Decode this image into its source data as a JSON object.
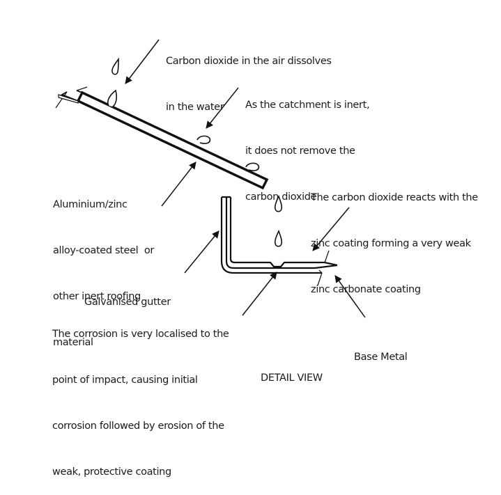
{
  "diagram": {
    "title": "DETAIL VIEW",
    "labels": {
      "co2_dissolves": [
        "Carbon dioxide in the air dissolves",
        "in the water"
      ],
      "catchment_inert": [
        "As the catchment is inert,",
        "it does not remove the",
        "carbon dioxide"
      ],
      "roof_material": [
        "Aluminium/zinc",
        "alloy-coated steel  or",
        "other inert roofing",
        "material"
      ],
      "co2_reacts": [
        "The carbon dioxide reacts with the",
        "zinc coating forming a very weak",
        "zinc carbonate coating"
      ],
      "gutter": [
        "Galvanised gutter"
      ],
      "corrosion": [
        "The corrosion is very localised to the",
        "point of impact, causing initial",
        "corrosion followed by erosion of the",
        "weak, protective coating"
      ],
      "base_metal": [
        "Base Metal"
      ]
    },
    "colors": {
      "ink": "#111111",
      "background": "#ffffff"
    }
  }
}
